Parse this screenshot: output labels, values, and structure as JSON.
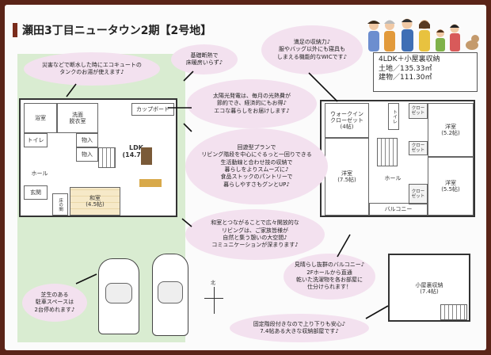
{
  "title": "瀬田3丁目ニュータウン2期【2号地】",
  "info": {
    "layout": "4LDK＋小屋裏収納",
    "land": "土地／135.33㎡",
    "building": "建物／111.30㎡"
  },
  "first_floor": {
    "washroom": "洗面\n脱衣室",
    "bath": "浴室",
    "toilet": "トイレ",
    "storage1": "物入",
    "storage2": "物入",
    "cupboard": "カップボード",
    "ldk": "LDK\n(14.7帖)",
    "hall": "ホール",
    "entrance": "玄関",
    "japanese_room": "和室\n(4.5帖)",
    "alcove": "床の間"
  },
  "second_floor": {
    "wic": "ウォークイン\nクローゼット\n(4帖)",
    "closet_a": "クロー\nゼット",
    "closet_b": "クロー\nゼット",
    "closet_c": "クロー\nゼット",
    "room_a": "洋室\n(5.2帖)",
    "room_b": "洋室\n(7.5帖)",
    "room_c": "洋室\n(5.5帖)",
    "toilet": "トイレ",
    "hall": "ホール",
    "balcony": "バルコニー"
  },
  "attic": {
    "label": "小屋裏収納\n(7.4帖)"
  },
  "bubbles": {
    "disaster": "災害などで断水した時にエコキュートの\nタンクのお湯が使えます♪",
    "floor_heating": "基礎断熱で\n床暖房いらず♪",
    "wic": "満足の収納力♪\n服やバッグ以外にも寝具も\nしまえる機能的なWICです♪",
    "solar": "太陽光発電は、毎月の光熱費が\n節約でき、経済的にもお得♪\nエコな暮らしをお届けします♪",
    "flow": "回遊型プランで\nリビング階段を中心にぐるっと一回りできる\n生活動線と合わせ技の収納で\n暮らしをよりスムーズに♪\n食品ストックのパントリーで\n暮らしやすさもグンとUP♪",
    "japanese": "和室とつながることで広々開放的な\nリビングは、ご家族皆様が\n自然と集う憩いの大空間♪\nコミュニケーションが深まります♪",
    "balcony": "見晴らし抜群のバルコニー♪\n2Fホールから直通\n乾いた洗濯物を各お部屋に\n仕分けられます！",
    "parking": "芝生のある\n駐車スペースは\n2台停めれます♪",
    "attic": "固定階段付きなので上り下りも安心♪\n7.4帖ある大きな収納部屋です♪"
  },
  "compass_label": "北",
  "colors": {
    "frame": "#5a2418",
    "bubble": "#f3e1ef",
    "lawn": "#d9ecd1",
    "tatami": "#f6e9c8"
  }
}
